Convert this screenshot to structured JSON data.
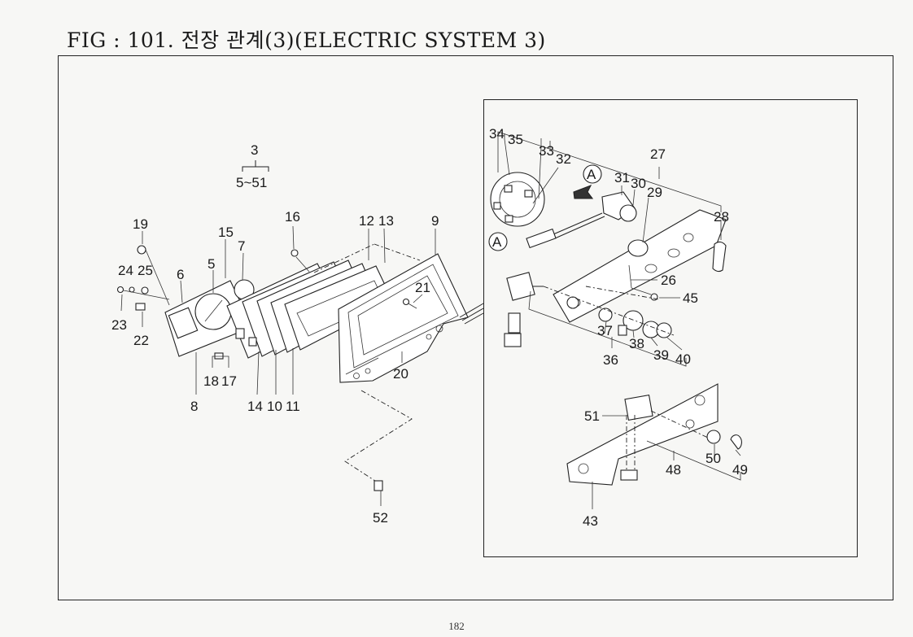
{
  "title": "FIG : 101. 전장 관계(3)(ELECTRIC SYSTEM 3)",
  "page_number": "182",
  "assembly": {
    "number": "3",
    "range": "5~51"
  },
  "callouts": {
    "p3": "3",
    "p5": "5",
    "p6": "6",
    "p7": "7",
    "p8": "8",
    "p9": "9",
    "p10": "10",
    "p11": "11",
    "p12": "12",
    "p13": "13",
    "p14": "14",
    "p15": "15",
    "p16": "16",
    "p17": "17",
    "p18": "18",
    "p19": "19",
    "p20": "20",
    "p21": "21",
    "p22": "22",
    "p23": "23",
    "p24": "24",
    "p25": "25",
    "p26": "26",
    "p27": "27",
    "p28": "28",
    "p29": "29",
    "p30": "30",
    "p31": "31",
    "p32": "32",
    "p33": "33",
    "p34": "34",
    "p35": "35",
    "p36": "36",
    "p37": "37",
    "p38": "38",
    "p39": "39",
    "p40": "40",
    "p43": "43",
    "p45": "45",
    "p48": "48",
    "p49": "49",
    "p50": "50",
    "p51": "51",
    "p52": "52"
  },
  "view_marker": "A"
}
